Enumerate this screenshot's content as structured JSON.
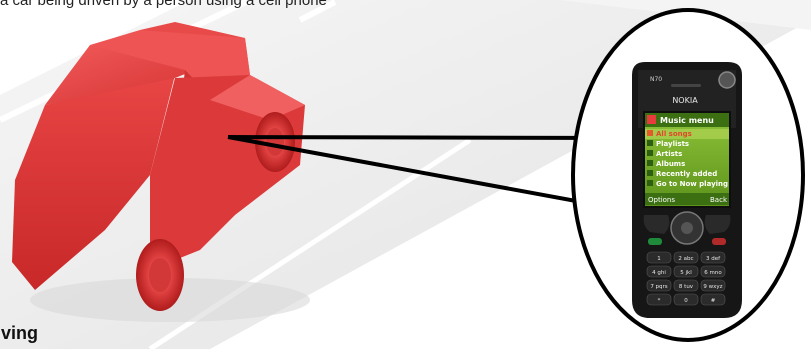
{
  "captions": {
    "top": "a car being driven by a person using a cell phone",
    "bottom": "iving"
  },
  "phone": {
    "top_model": "N70",
    "brand": "NOKIA",
    "screen_title": "Music menu",
    "menu_items": [
      "All songs",
      "Playlists",
      "Artists",
      "Albums",
      "Recently added",
      "Go to Now playing"
    ],
    "softkey_left": "Options",
    "softkey_right": "Back",
    "keypad": [
      "1",
      "2 abc",
      "3 def",
      "4 ghi",
      "5 jkl",
      "6 mno",
      "7 pqrs",
      "8 tuv",
      "9 wxyz",
      "*",
      "0",
      "#"
    ]
  },
  "colors": {
    "car": "#e53a3a",
    "road": "#ededed",
    "callout_line": "#000000",
    "phone_body": "#1a1a1a",
    "screen_bg": "#6fa61f"
  }
}
